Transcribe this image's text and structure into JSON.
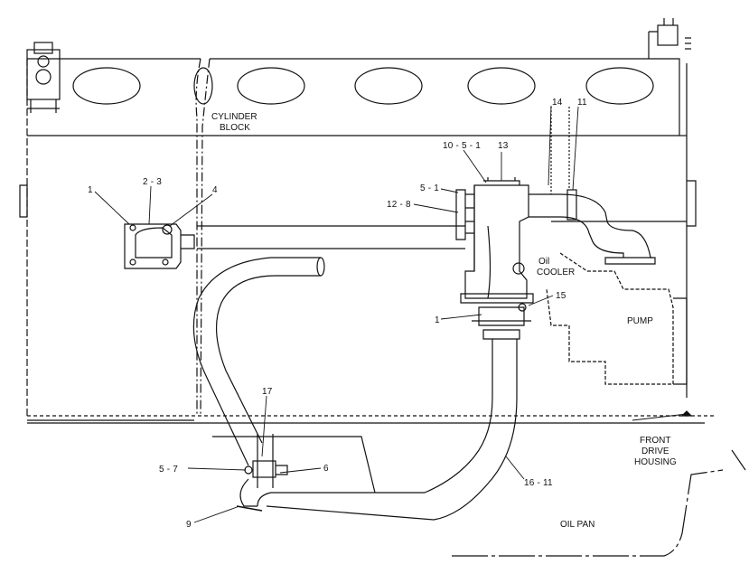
{
  "diagram": {
    "regions": {
      "cylinder_block": [
        "CYLINDER",
        "BLOCK"
      ],
      "oil_cooler": [
        "Oil",
        "COOLER"
      ],
      "pump": "PUMP",
      "front_drive_housing": [
        "FRONT",
        "DRIVE",
        "HOUSING"
      ],
      "oil_pan": "OIL PAN"
    },
    "callouts": {
      "c1_left": "1",
      "c2_3": "2 - 3",
      "c4": "4",
      "c10_5_1": "10 - 5 - 1",
      "c13": "13",
      "c14": "14",
      "c11": "11",
      "c5_1": "5 - 1",
      "c12_8": "12 - 8",
      "c15": "15",
      "c1_cooler": "1",
      "c17": "17",
      "c5_7": "5 - 7",
      "c6": "6",
      "c9": "9",
      "c16_11": "16 - 11"
    }
  }
}
